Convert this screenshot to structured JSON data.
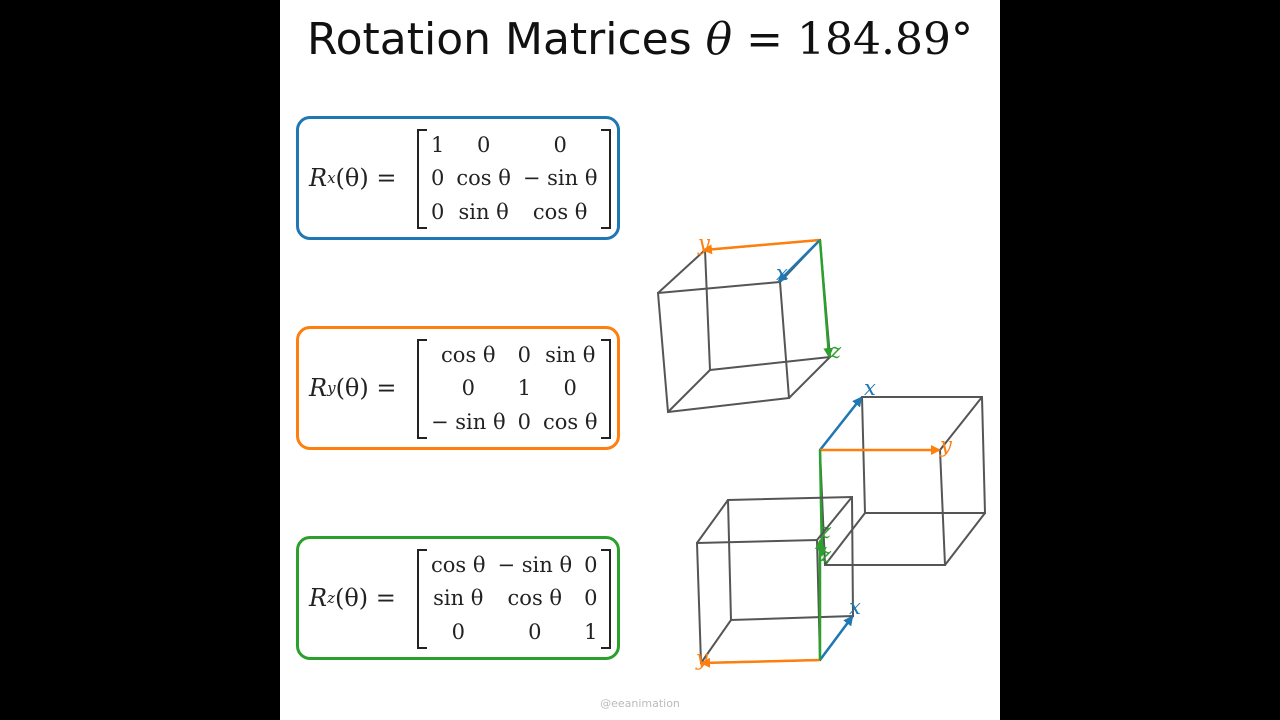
{
  "title": {
    "text": "Rotation Matrices",
    "symbol": "θ",
    "equals": "=",
    "value": "184.89°"
  },
  "matrices": [
    {
      "id": "rx",
      "color": "#1f77b4",
      "name": "R",
      "sub": "x",
      "arg": "(θ) =",
      "rows": [
        [
          "1",
          "0",
          "0"
        ],
        [
          "0",
          "cos θ",
          "− sin θ"
        ],
        [
          "0",
          "sin θ",
          "cos θ"
        ]
      ]
    },
    {
      "id": "ry",
      "color": "#ff7f0e",
      "name": "R",
      "sub": "y",
      "arg": "(θ) =",
      "rows": [
        [
          "cos θ",
          "0",
          "sin θ"
        ],
        [
          "0",
          "1",
          "0"
        ],
        [
          "− sin θ",
          "0",
          "cos θ"
        ]
      ]
    },
    {
      "id": "rz",
      "color": "#2ca02c",
      "name": "R",
      "sub": "z",
      "arg": "(θ) =",
      "rows": [
        [
          "cos θ",
          "− sin θ",
          "0"
        ],
        [
          "sin θ",
          "cos θ",
          "0"
        ],
        [
          "0",
          "0",
          "1"
        ]
      ]
    }
  ],
  "axis_labels": {
    "x": "x",
    "y": "y",
    "z": "z"
  },
  "colors": {
    "x": "#1f77b4",
    "y": "#ff7f0e",
    "z": "#2ca02c",
    "cube": "#555555"
  },
  "watermark": "@eeanimation"
}
